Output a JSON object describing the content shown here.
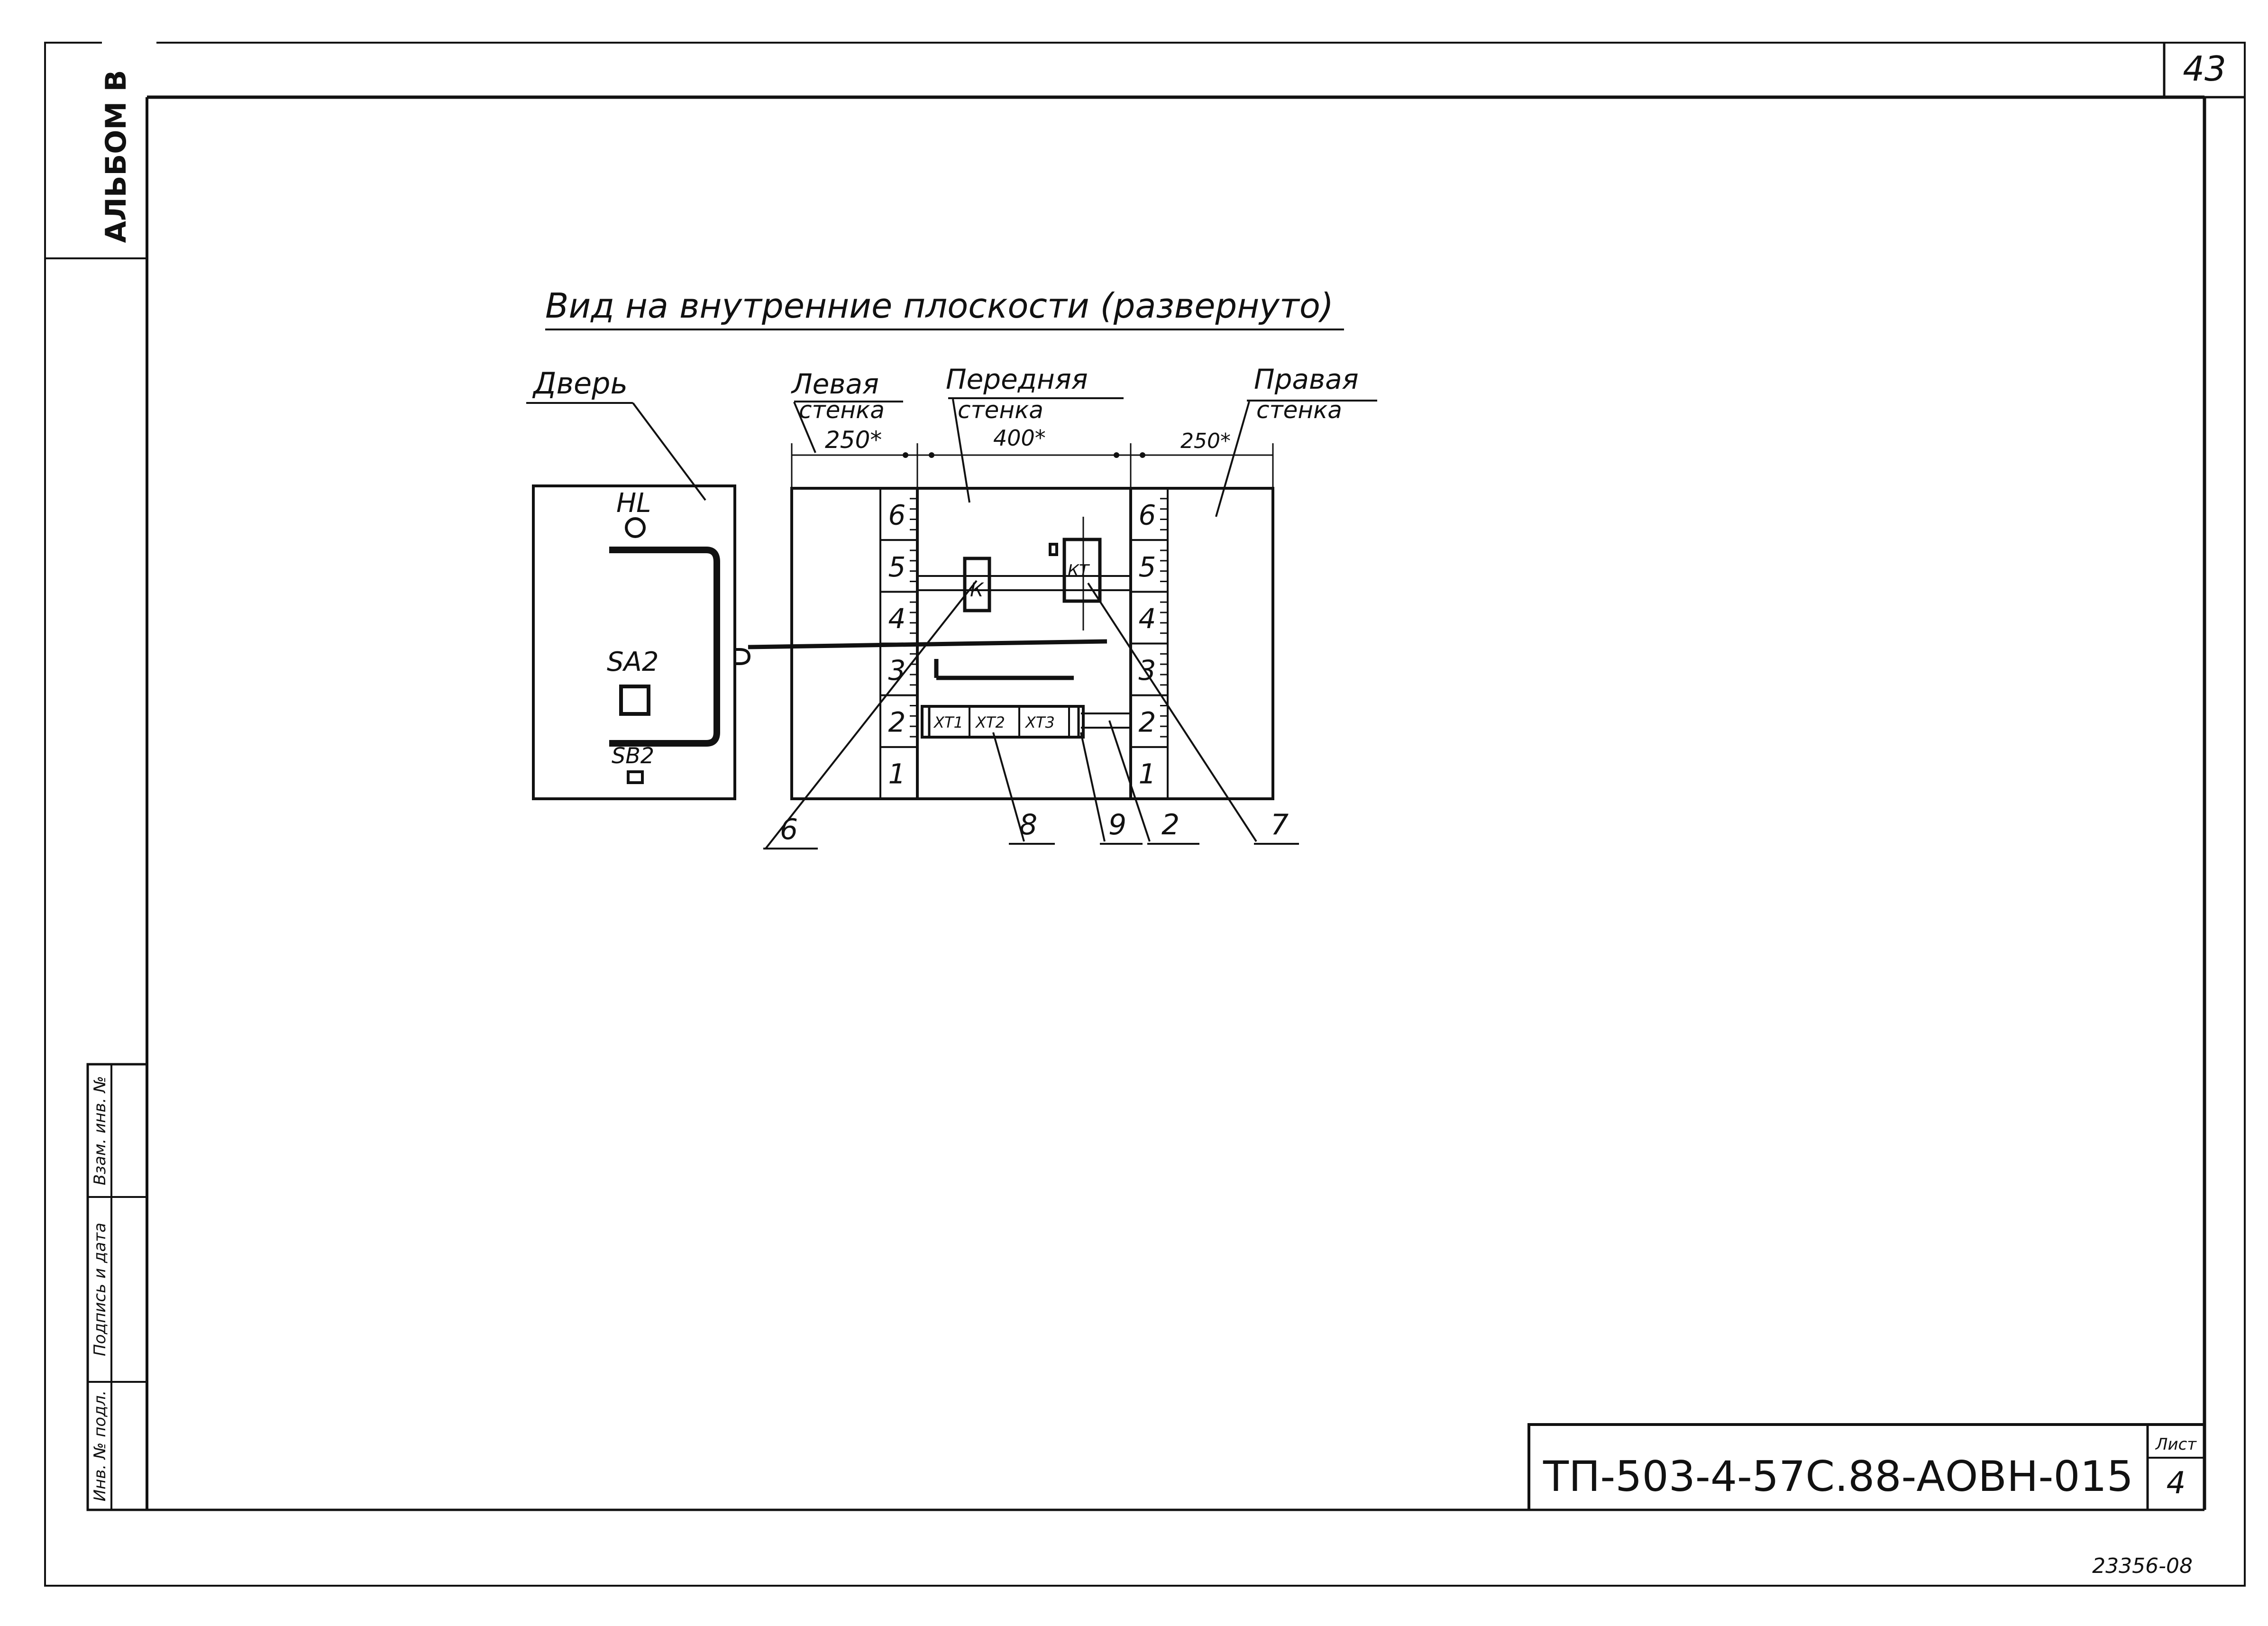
{
  "sheet_number": "43",
  "album_label": "АЛЬБОМ В",
  "left_stamp": {
    "inv_orig": "Инв. № подл.",
    "sign_date": "Подпись и дата",
    "replace_inv": "Взам. инв. №"
  },
  "view_title": "Вид на внутренние плоскости (развернуто)",
  "door": {
    "label": "Дверь",
    "hl": "HL",
    "sa2": "SA2",
    "sb2": "SB2"
  },
  "walls": {
    "left_title": "Левая",
    "left_sub": "стенка",
    "left_dim": "250*",
    "front_title": "Передняя",
    "front_sub": "стенка",
    "front_dim": "400*",
    "right_title": "Правая",
    "right_sub": "стенка",
    "right_dim": "250*"
  },
  "ruler_left": [
    "6",
    "5",
    "4",
    "3",
    "2",
    "1"
  ],
  "ruler_right": [
    "6",
    "5",
    "4",
    "3",
    "2",
    "1"
  ],
  "devices": {
    "k": "К",
    "kt": "КТ",
    "xt1": "ХТ1",
    "xt2": "ХТ2",
    "xt3": "ХТ3"
  },
  "callouts": [
    "6",
    "8",
    "9",
    "2",
    "7"
  ],
  "doc_code": "ТП-503-4-57С.88-АОВН-015",
  "sheet_label": "Лист",
  "sheet_page": "4",
  "archive_no": "23356-08"
}
